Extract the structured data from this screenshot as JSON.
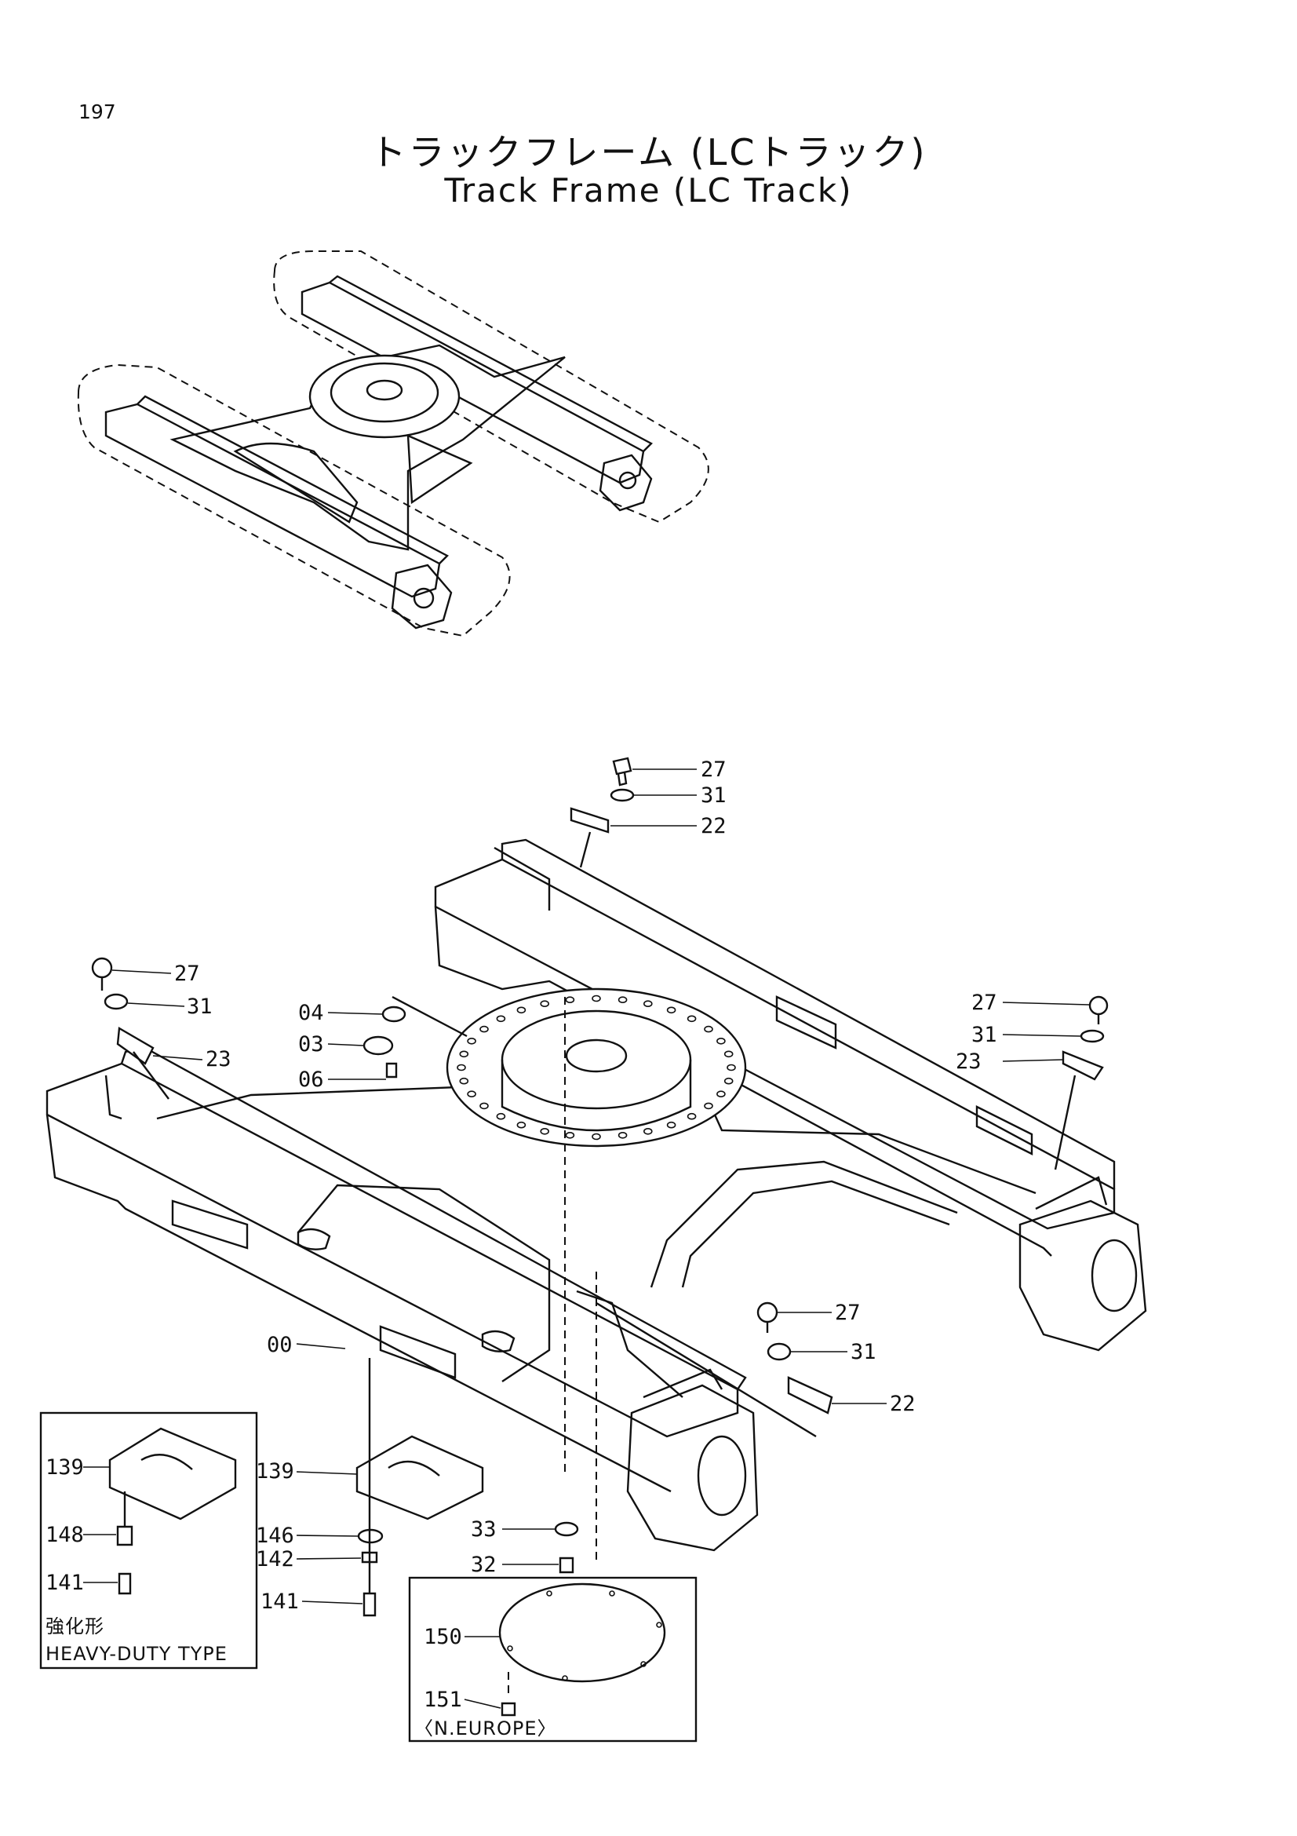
{
  "page_number": "197",
  "title_jp": "トラックフレーム (LCトラック)",
  "title_en": "Track Frame (LC Track)",
  "callouts": [
    "27",
    "31",
    "22",
    "27",
    "31",
    "23",
    "04",
    "03",
    "06",
    "27",
    "31",
    "23",
    "27",
    "31",
    "22",
    "00",
    "139",
    "146",
    "142",
    "141",
    "33",
    "32",
    "150",
    "151"
  ],
  "heavy_duty_box": {
    "title_jp": "強化形",
    "title_en": "HEAVY-DUTY TYPE",
    "callouts": [
      "139",
      "148",
      "141"
    ]
  },
  "europe_box": {
    "title": "〈N.EUROPE〉"
  }
}
